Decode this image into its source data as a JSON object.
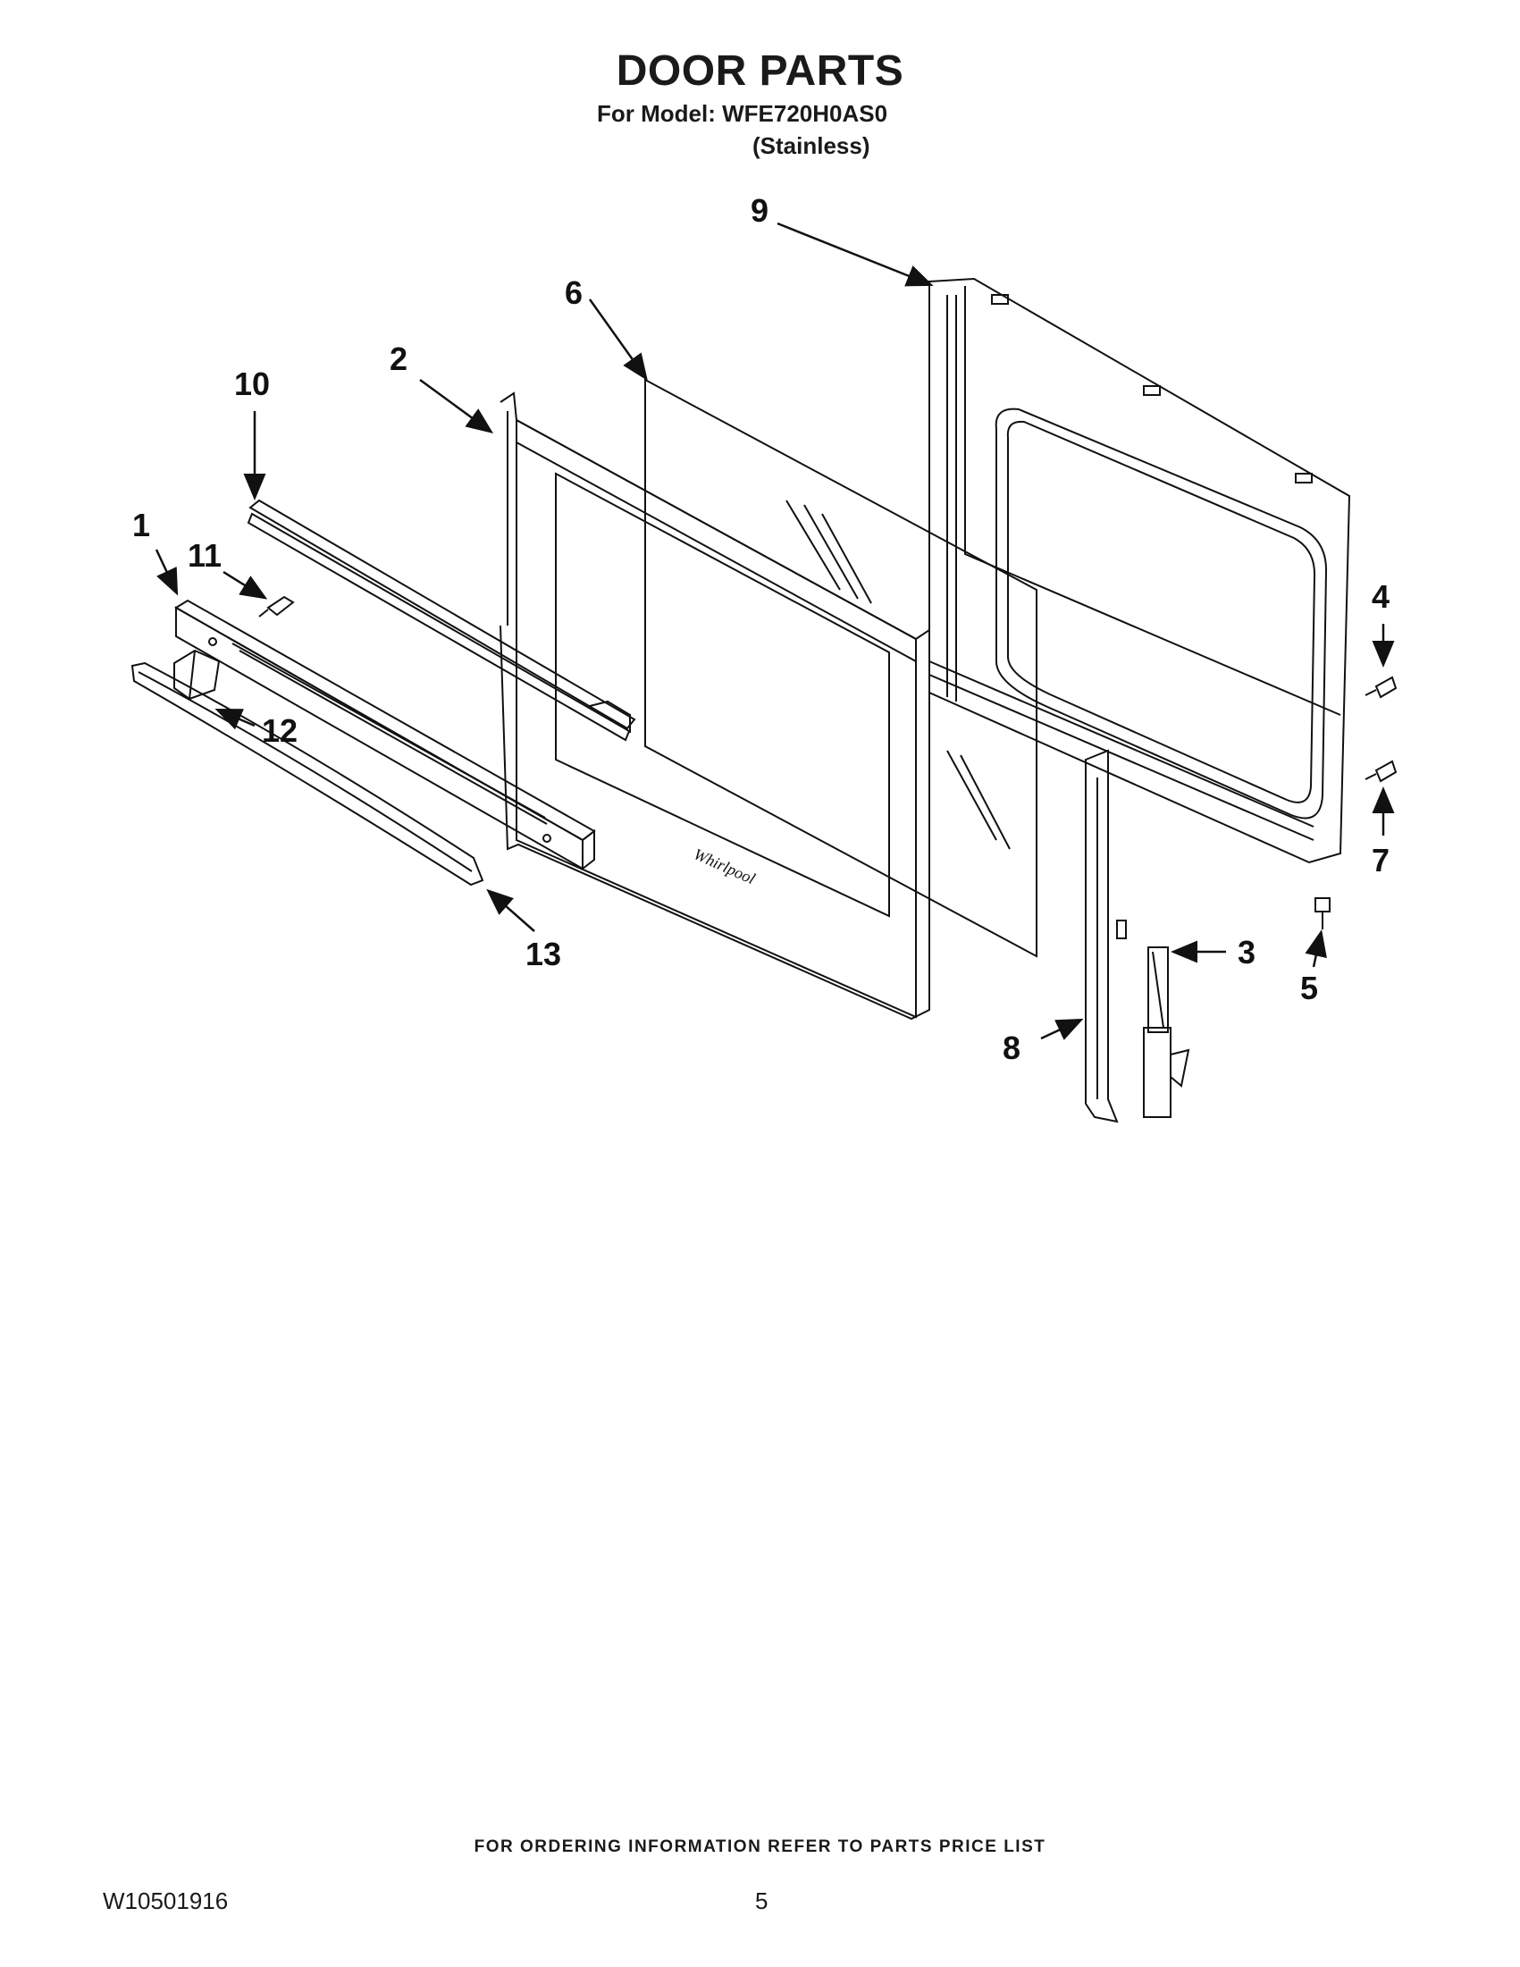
{
  "header": {
    "title": "DOOR PARTS",
    "model_line": "For Model: WFE720H0AS0",
    "color_line": "(Stainless)"
  },
  "callouts": {
    "c1": "1",
    "c2": "2",
    "c3": "3",
    "c4": "4",
    "c5": "5",
    "c6": "6",
    "c7": "7",
    "c8": "8",
    "c9": "9",
    "c10": "10",
    "c11": "11",
    "c12": "12",
    "c13": "13"
  },
  "logo_text": "Whirlpool",
  "footer": {
    "ordering_note": "FOR ORDERING INFORMATION REFER TO PARTS PRICE LIST",
    "document_number": "W10501916",
    "page_number": "5"
  }
}
